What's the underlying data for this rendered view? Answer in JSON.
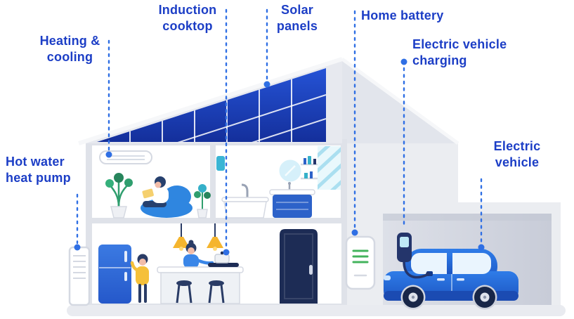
{
  "figure": {
    "callouts": [
      {
        "id": "heating-cooling",
        "text": "Heating &\ncooling"
      },
      {
        "id": "induction-cooktop",
        "text": "Induction\ncooktop"
      },
      {
        "id": "solar-panels",
        "text": "Solar\npanels"
      },
      {
        "id": "home-battery",
        "text": "Home battery"
      },
      {
        "id": "electric-vehicle-charging",
        "text": "Electric vehicle\ncharging"
      },
      {
        "id": "hot-water-heat-pump",
        "text": "Hot water\nheat pump"
      },
      {
        "id": "electric-vehicle",
        "text": "Electric\nvehicle"
      }
    ],
    "palette": {
      "label_text": "#1c3ec6",
      "callout_line": "#2f6fe4",
      "solar_panel_blue": "#1c44c2",
      "car_blue": "#2470e0",
      "battery_green": "#43b35c",
      "lamp_yellow": "#f5b52e",
      "dark_navy": "#1d2c55",
      "structure_gray": "#e9ebf0"
    }
  }
}
